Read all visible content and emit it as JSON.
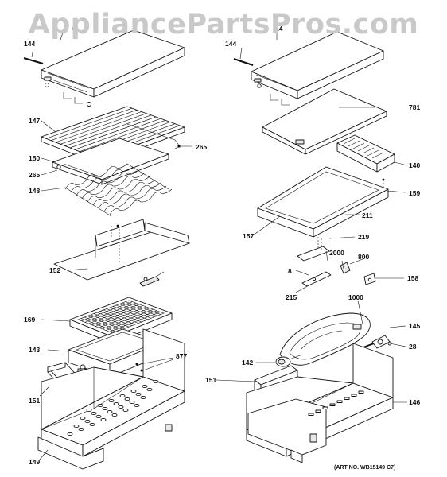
{
  "watermark": "AppliancePartsPros.com",
  "art_number": "(ART NO. WB15149 C7)",
  "labels": {
    "l144a": "144",
    "l_left_top": "6",
    "l144b": "144",
    "l_right_top": "14",
    "l781": "781",
    "l147": "147",
    "l265a": "265",
    "l150": "150",
    "l265b": "265",
    "l148": "148",
    "l140": "140",
    "l159": "159",
    "l211": "211",
    "l157": "157",
    "l219": "219",
    "l2000": "2000",
    "l800": "800",
    "l8": "8",
    "l158": "158",
    "l215": "215",
    "l152": "152",
    "l1000": "1000",
    "l169": "169",
    "l145": "145",
    "l28": "28",
    "l143": "143",
    "l877": "877",
    "l142": "142",
    "l151a": "151",
    "l151b": "151",
    "l146": "146",
    "l149": "149"
  }
}
